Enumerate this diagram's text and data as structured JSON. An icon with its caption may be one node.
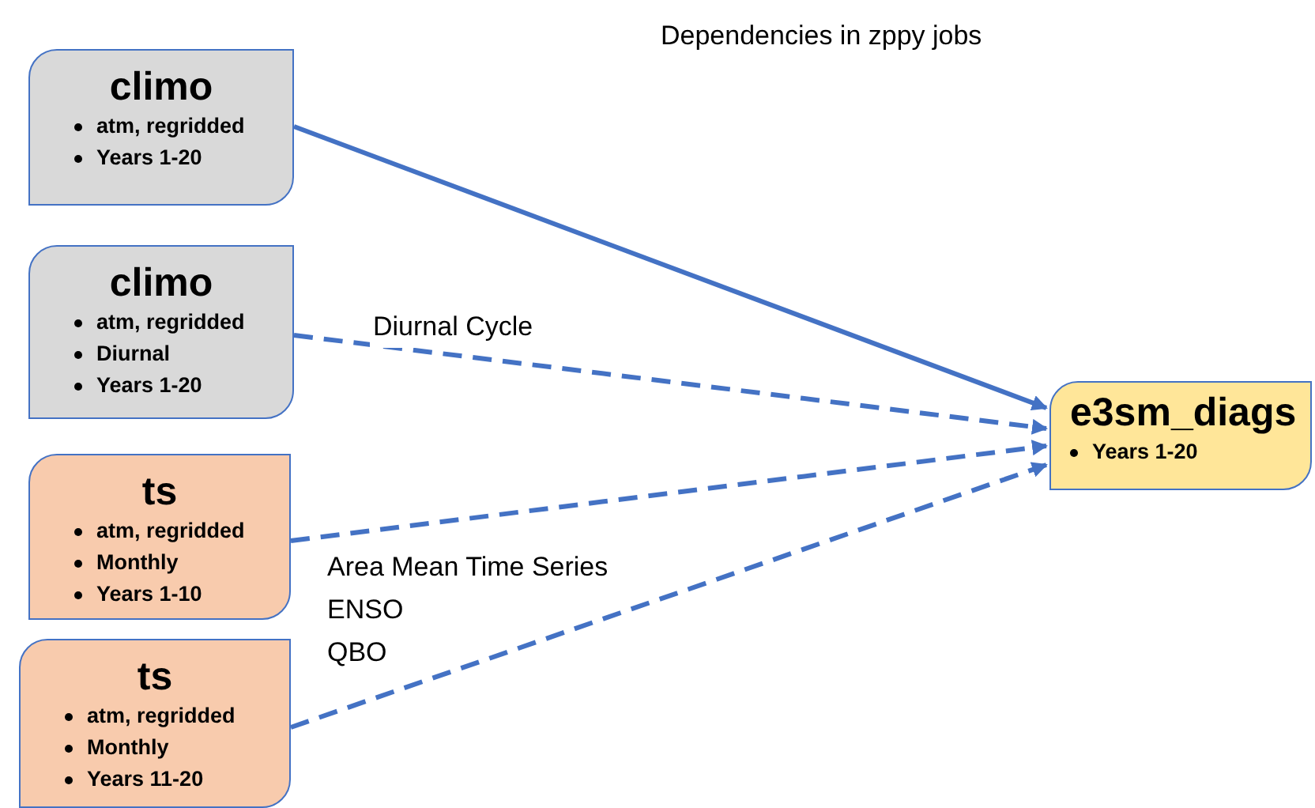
{
  "diagram": {
    "title": "Dependencies in zppy jobs",
    "nodes": [
      {
        "text": [
          "climo",
          "atm, regridded",
          "Years 1-20"
        ]
      },
      {
        "text": [
          "climo",
          "atm, regridded",
          "Diurnal",
          "Years 1-20"
        ]
      },
      {
        "text": [
          "ts",
          "atm, regridded",
          "Monthly",
          "Years 1-10"
        ]
      },
      {
        "text": [
          "ts",
          "atm, regridded",
          "Monthly",
          "Years 11-20"
        ]
      },
      {
        "text": [
          "e3sm_diags",
          "Years 1-20"
        ]
      }
    ],
    "edges": [
      {
        "from": 0,
        "to": 4,
        "arrow": "to"
      },
      {
        "from": 1,
        "to": 4,
        "arrow": "to",
        "label": "Diurnal Cycle",
        "style": "dashed"
      },
      {
        "from": 2,
        "to": 4,
        "arrow": "to",
        "style": "dashed"
      },
      {
        "from": 3,
        "to": 4,
        "arrow": "to",
        "style": "dashed"
      }
    ],
    "labels": [
      "Area Mean Time Series",
      "ENSO",
      "QBO"
    ]
  }
}
